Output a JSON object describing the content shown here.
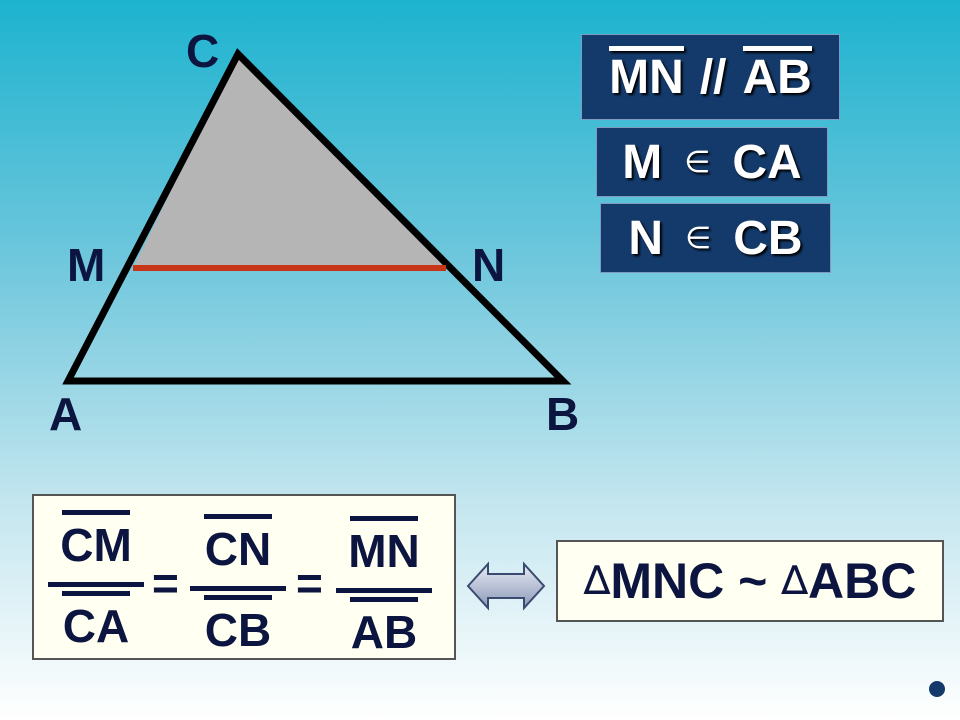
{
  "vertices": {
    "A": "A",
    "B": "B",
    "C": "C",
    "M": "M",
    "N": "N"
  },
  "conditions": {
    "parallel": {
      "left": "MN",
      "symbol": "//",
      "right": "AB"
    },
    "m_on_ca": {
      "point": "M",
      "symbol": "∈",
      "segment": "CA"
    },
    "n_on_cb": {
      "point": "N",
      "symbol": "∈",
      "segment": "CB"
    }
  },
  "ratios": {
    "f1": {
      "num": "CM",
      "den": "CA"
    },
    "eq1": "=",
    "f2": {
      "num": "CN",
      "den": "CB"
    },
    "eq2": "=",
    "f3": {
      "num": "MN",
      "den": "AB"
    }
  },
  "similarity": {
    "delta1": "∆",
    "t1": "MNC",
    "sep": " ~ ",
    "delta2": "∆",
    "t2": "ABC"
  },
  "colors": {
    "box_fill": "#143a6b",
    "mn_segment": "#c8361a",
    "triangle_fill": "#b5b5b5",
    "ink": "#0b1540"
  }
}
